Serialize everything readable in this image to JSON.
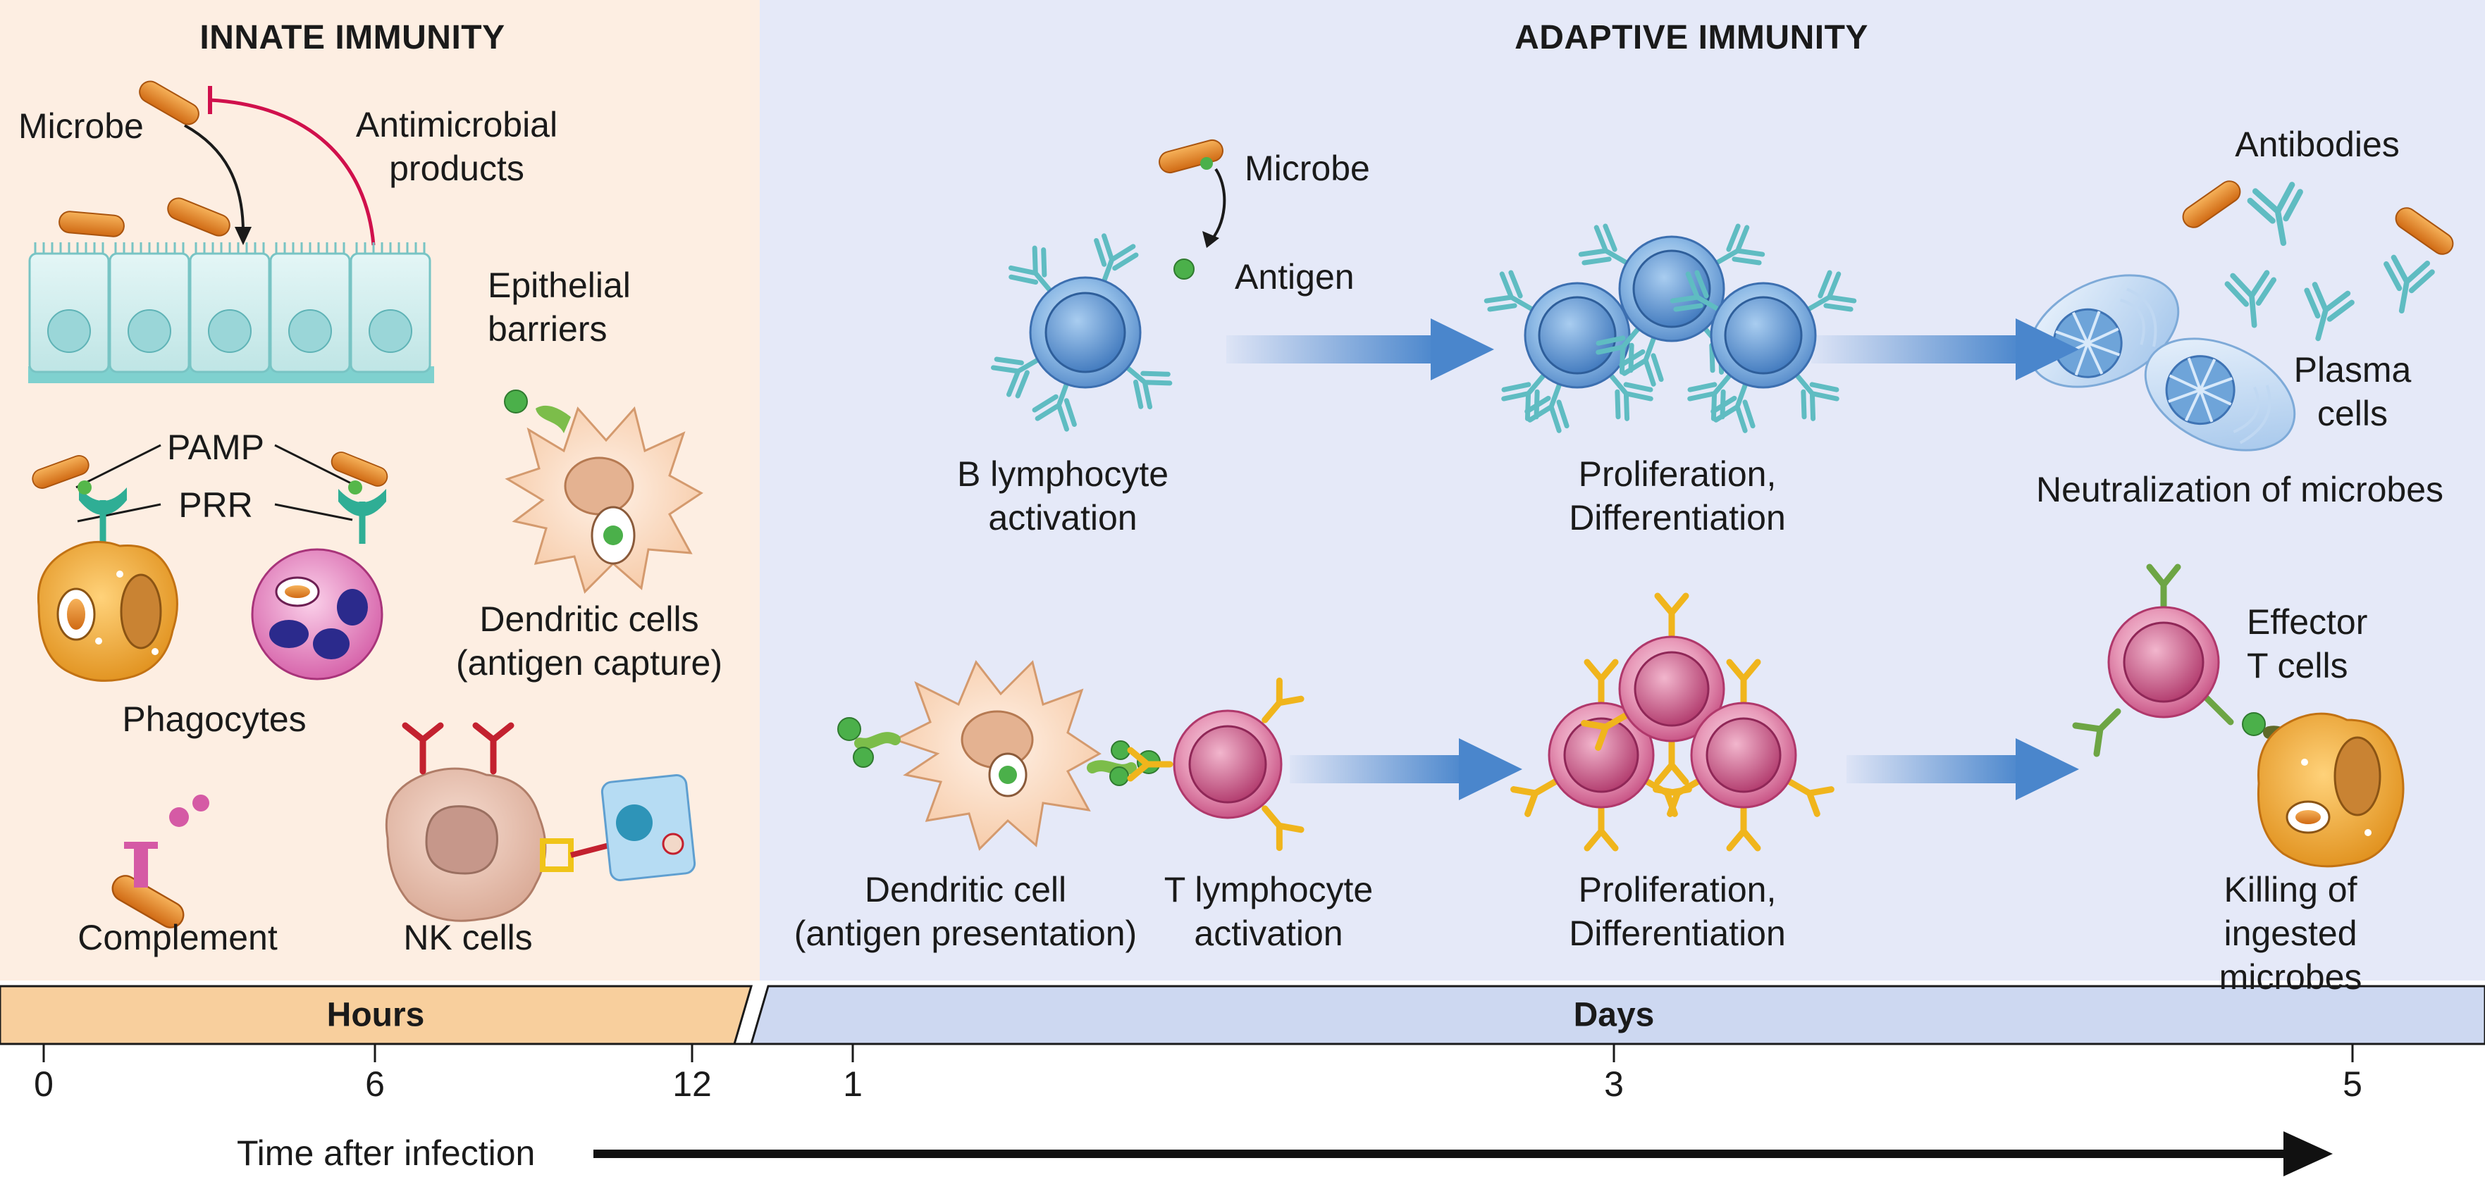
{
  "innate": {
    "title": "INNATE IMMUNITY",
    "microbe": "Microbe",
    "antimicrobial": "Antimicrobial\nproducts",
    "epithelial": "Epithelial\nbarriers",
    "pamp": "PAMP",
    "prr": "PRR",
    "phagocytes": "Phagocytes",
    "dendritic": "Dendritic cells\n(antigen capture)",
    "complement": "Complement",
    "nk": "NK cells"
  },
  "adaptive": {
    "title": "ADAPTIVE IMMUNITY",
    "microbe": "Microbe",
    "antigen": "Antigen",
    "antibodies": "Antibodies",
    "b_activation": "B lymphocyte\nactivation",
    "b_prolif": "Proliferation,\nDifferentiation",
    "plasma": "Plasma\ncells",
    "neutralization": "Neutralization of microbes",
    "dc_present": "Dendritic cell\n(antigen presentation)",
    "t_activation": "T lymphocyte\nactivation",
    "t_prolif": "Proliferation,\nDifferentiation",
    "effector": "Effector\nT cells",
    "killing": "Killing of ingested\nmicrobes"
  },
  "timeline": {
    "hours": "Hours",
    "days": "Days",
    "ticks": [
      "0",
      "6",
      "12",
      "1",
      "3",
      "5"
    ],
    "axis_label": "Time after infection"
  },
  "colors": {
    "innate_bg": "#fdeee2",
    "adaptive_bg": "#e5e9f8",
    "hours_bar": "#f8cf9d",
    "days_bar": "#cdd8f1",
    "arrow_blue": "#4a86cc",
    "microbe": "#e0822a",
    "inhibit": "#d0104c"
  }
}
